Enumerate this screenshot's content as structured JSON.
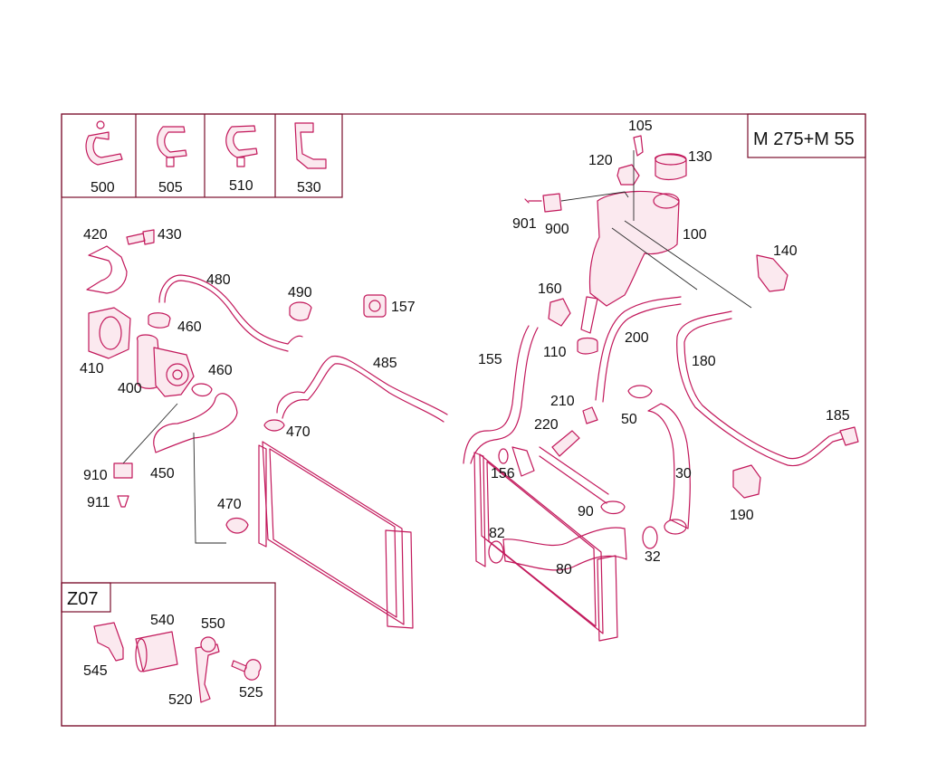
{
  "title": "M 275+M 55",
  "inset_title": "Z07",
  "colors": {
    "frame": "#7a0d2c",
    "part": "#c2185b",
    "text": "#111111"
  },
  "clip_box_labels": [
    "500",
    "505",
    "510",
    "530"
  ],
  "labels": {
    "p105": "105",
    "p120": "120",
    "p130": "130",
    "p901": "901",
    "p900": "900",
    "p100": "100",
    "p140": "140",
    "p420": "420",
    "p430": "430",
    "p480": "480",
    "p490": "490",
    "p157": "157",
    "p460a": "460",
    "p410": "410",
    "p460b": "460",
    "p400": "400",
    "p485": "485",
    "p160": "160",
    "p110": "110",
    "p200": "200",
    "p180": "180",
    "p155": "155",
    "p210": "210",
    "p220": "220",
    "p50": "50",
    "p185": "185",
    "p470a": "470",
    "p910": "910",
    "p450": "450",
    "p911": "911",
    "p156": "156",
    "p30": "30",
    "p190": "190",
    "p470b": "470",
    "p90": "90",
    "p82": "82",
    "p32": "32",
    "p80": "80",
    "p540": "540",
    "p550": "550",
    "p545": "545",
    "p520": "520",
    "p525": "525"
  }
}
